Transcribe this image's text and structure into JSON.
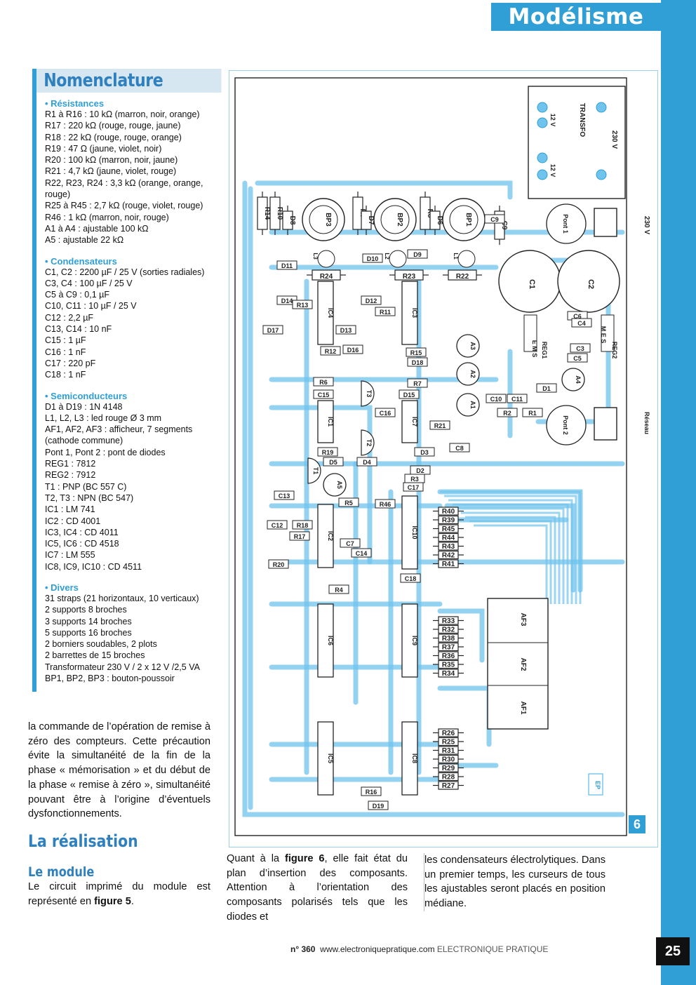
{
  "header": {
    "rubric": "Modélisme"
  },
  "nomenclature": {
    "title": "Nomenclature",
    "sections": [
      {
        "title": "• Résistances",
        "items": [
          "R1 à R16 : 10 kΩ (marron, noir, orange)",
          "R17 : 220 kΩ (rouge, rouge, jaune)",
          "R18 : 22 kΩ (rouge, rouge, orange)",
          "R19 : 47 Ω (jaune, violet, noir)",
          "R20 : 100 kΩ (marron, noir, jaune)",
          "R21 : 4,7 kΩ (jaune, violet, rouge)",
          "R22, R23, R24 : 3,3 kΩ (orange, orange, rouge)",
          "R25 à R45 : 2,7 kΩ (rouge, violet, rouge)",
          "R46 : 1 kΩ (marron, noir, rouge)",
          "A1 à A4 : ajustable 100 kΩ",
          "A5 : ajustable 22 kΩ"
        ]
      },
      {
        "title": "• Condensateurs",
        "items": [
          "C1, C2 : 2200 µF / 25 V (sorties radiales)",
          "C3, C4 : 100 µF / 25 V",
          "C5 à C9 : 0,1 µF",
          "C10, C11 : 10 µF / 25 V",
          "C12 : 2,2 µF",
          "C13, C14 : 10 nF",
          "C15 : 1 µF",
          "C16 : 1 nF",
          "C17 : 220 pF",
          "C18 : 1 nF"
        ]
      },
      {
        "title": "• Semiconducteurs",
        "items": [
          "D1 à D19 : 1N 4148",
          "L1, L2, L3 : led rouge Ø 3 mm",
          "AF1, AF2, AF3 : afficheur, 7 segments (cathode commune)",
          "Pont 1, Pont 2 : pont de diodes",
          "REG1 : 7812",
          "REG2 : 7912",
          "T1 : PNP (BC 557 C)",
          "T2, T3 : NPN (BC 547)",
          "IC1 : LM 741",
          "IC2 : CD 4001",
          "IC3, IC4 : CD 4011",
          "IC5, IC6 : CD 4518",
          "IC7 : LM 555",
          "IC8, IC9, IC10 : CD 4511"
        ]
      },
      {
        "title": "• Divers",
        "items": [
          "31 straps (21 horizontaux, 10 verticaux)",
          "2 supports 8 broches",
          "3 supports 14 broches",
          "5 supports 16 broches",
          "2 borniers soudables, 2 plots",
          "2 barrettes de 15 broches",
          "Transformateur 230 V / 2 x 12 V /2,5 VA",
          "BP1, BP2, BP3 : bouton-poussoir"
        ]
      }
    ]
  },
  "body": {
    "col1_text": "la commande de l’opération de remise à zéro des compteurs. Cette précaution évite la simultanéité de la fin de la phase « mémorisation » et du début de la phase « remise à zéro », simultanéité pouvant être à l’origine d’éventuels dysfonctionnements.",
    "heading_realisation": "La réalisation",
    "heading_module": "Le module",
    "module_text_a": "Le circuit imprimé du module est représenté en ",
    "module_text_fig": "figure 5",
    "module_text_b": ".",
    "col2_a": "Quant à la ",
    "col2_fig": "figure 6",
    "col2_b": ", elle fait état du plan d’insertion des composants. Attention à l’orientation des composants polarisés tels que les diodes et",
    "col3_text": "les condensateurs électrolytiques. Dans un premier temps, les curseurs de tous les ajustables seront placés en position médiane."
  },
  "figure": {
    "number": "6",
    "transfo_label": "TRANSFO",
    "transfo_primary": "230 V",
    "secondary_a": "12 V",
    "secondary_b": "12 V",
    "mains_label": "230 V",
    "reseau_label": "Réseau",
    "pont1": "Pont 1",
    "pont2": "Pont 2",
    "reg1": "REG1",
    "reg2": "REG2",
    "ems_a": "E M S",
    "ems_b": "M E S",
    "caps_big": [
      "C1",
      "C2"
    ],
    "buttons": [
      "BP3",
      "BP2",
      "BP1"
    ],
    "leds": [
      "L3",
      "L2",
      "L1"
    ],
    "pots": [
      "A3",
      "A2",
      "A1",
      "A4",
      "A5"
    ],
    "transistors": [
      "T3",
      "T2",
      "T1"
    ],
    "ics": [
      "IC4",
      "IC3",
      "IC1",
      "IC7",
      "IC2",
      "IC10",
      "IC6",
      "IC9",
      "IC5",
      "IC8"
    ],
    "displays": [
      "AF3",
      "AF2",
      "AF1"
    ],
    "resistors_top": [
      "R14",
      "R10",
      "R9",
      "R8"
    ],
    "diodes_top": [
      "D8",
      "D7",
      "D6"
    ],
    "res_row_a": [
      "R24",
      "R23",
      "R22"
    ],
    "res_stack_1": [
      "R40",
      "R39",
      "R45",
      "R44",
      "R43",
      "R42",
      "R41"
    ],
    "res_stack_2": [
      "R33",
      "R32",
      "R38",
      "R37",
      "R36",
      "R35",
      "R34"
    ],
    "res_stack_3": [
      "R26",
      "R25",
      "R31",
      "R30",
      "R29",
      "R28",
      "R27"
    ],
    "misc_labels": [
      "D9",
      "D10",
      "D11",
      "D14",
      "R13",
      "D17",
      "D12",
      "R11",
      "D13",
      "D16",
      "R12",
      "R15",
      "D18",
      "R6",
      "R7",
      "C15",
      "D15",
      "C16",
      "R21",
      "R19",
      "D5",
      "D4",
      "D3",
      "C8",
      "D2",
      "R3",
      "C17",
      "C13",
      "R5",
      "R46",
      "C12",
      "R18",
      "R17",
      "C7",
      "C14",
      "R20",
      "R4",
      "C18",
      "R16",
      "D19",
      "C9",
      "C6",
      "C4",
      "C3",
      "C5",
      "D1",
      "C10",
      "C11",
      "R2",
      "R1"
    ],
    "corner_mark": "EP"
  },
  "footer": {
    "issue": "n° 360",
    "url": "www.electroniquepratique.com",
    "magazine": "ELECTRONIQUE PRATIQUE"
  },
  "page_number": "25"
}
